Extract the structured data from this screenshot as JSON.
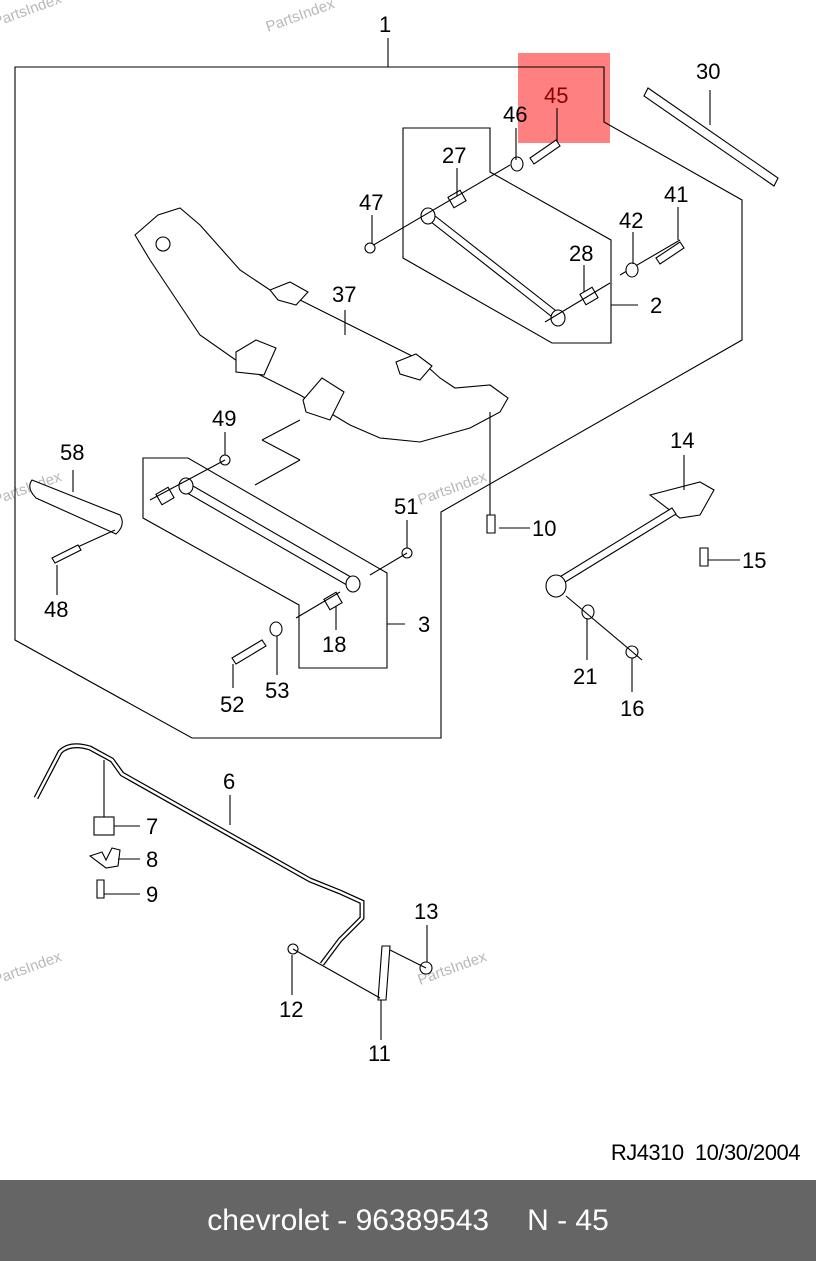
{
  "diagram": {
    "highlight_color": "#ff8080",
    "highlighted_part": "45",
    "watermark": "PartsIndex",
    "callouts": [
      "1",
      "2",
      "3",
      "6",
      "7",
      "8",
      "9",
      "10",
      "11",
      "12",
      "13",
      "14",
      "15",
      "16",
      "18",
      "21",
      "27",
      "28",
      "30",
      "37",
      "41",
      "42",
      "45",
      "46",
      "47",
      "48",
      "49",
      "51",
      "52",
      "53",
      "58"
    ]
  },
  "reference": {
    "code": "RJ4310",
    "date": "10/30/2004"
  },
  "footer": {
    "brand": "chevrolet",
    "part_number": "96389543",
    "label": "chevrolet - 96389543",
    "position": "N - 45"
  }
}
